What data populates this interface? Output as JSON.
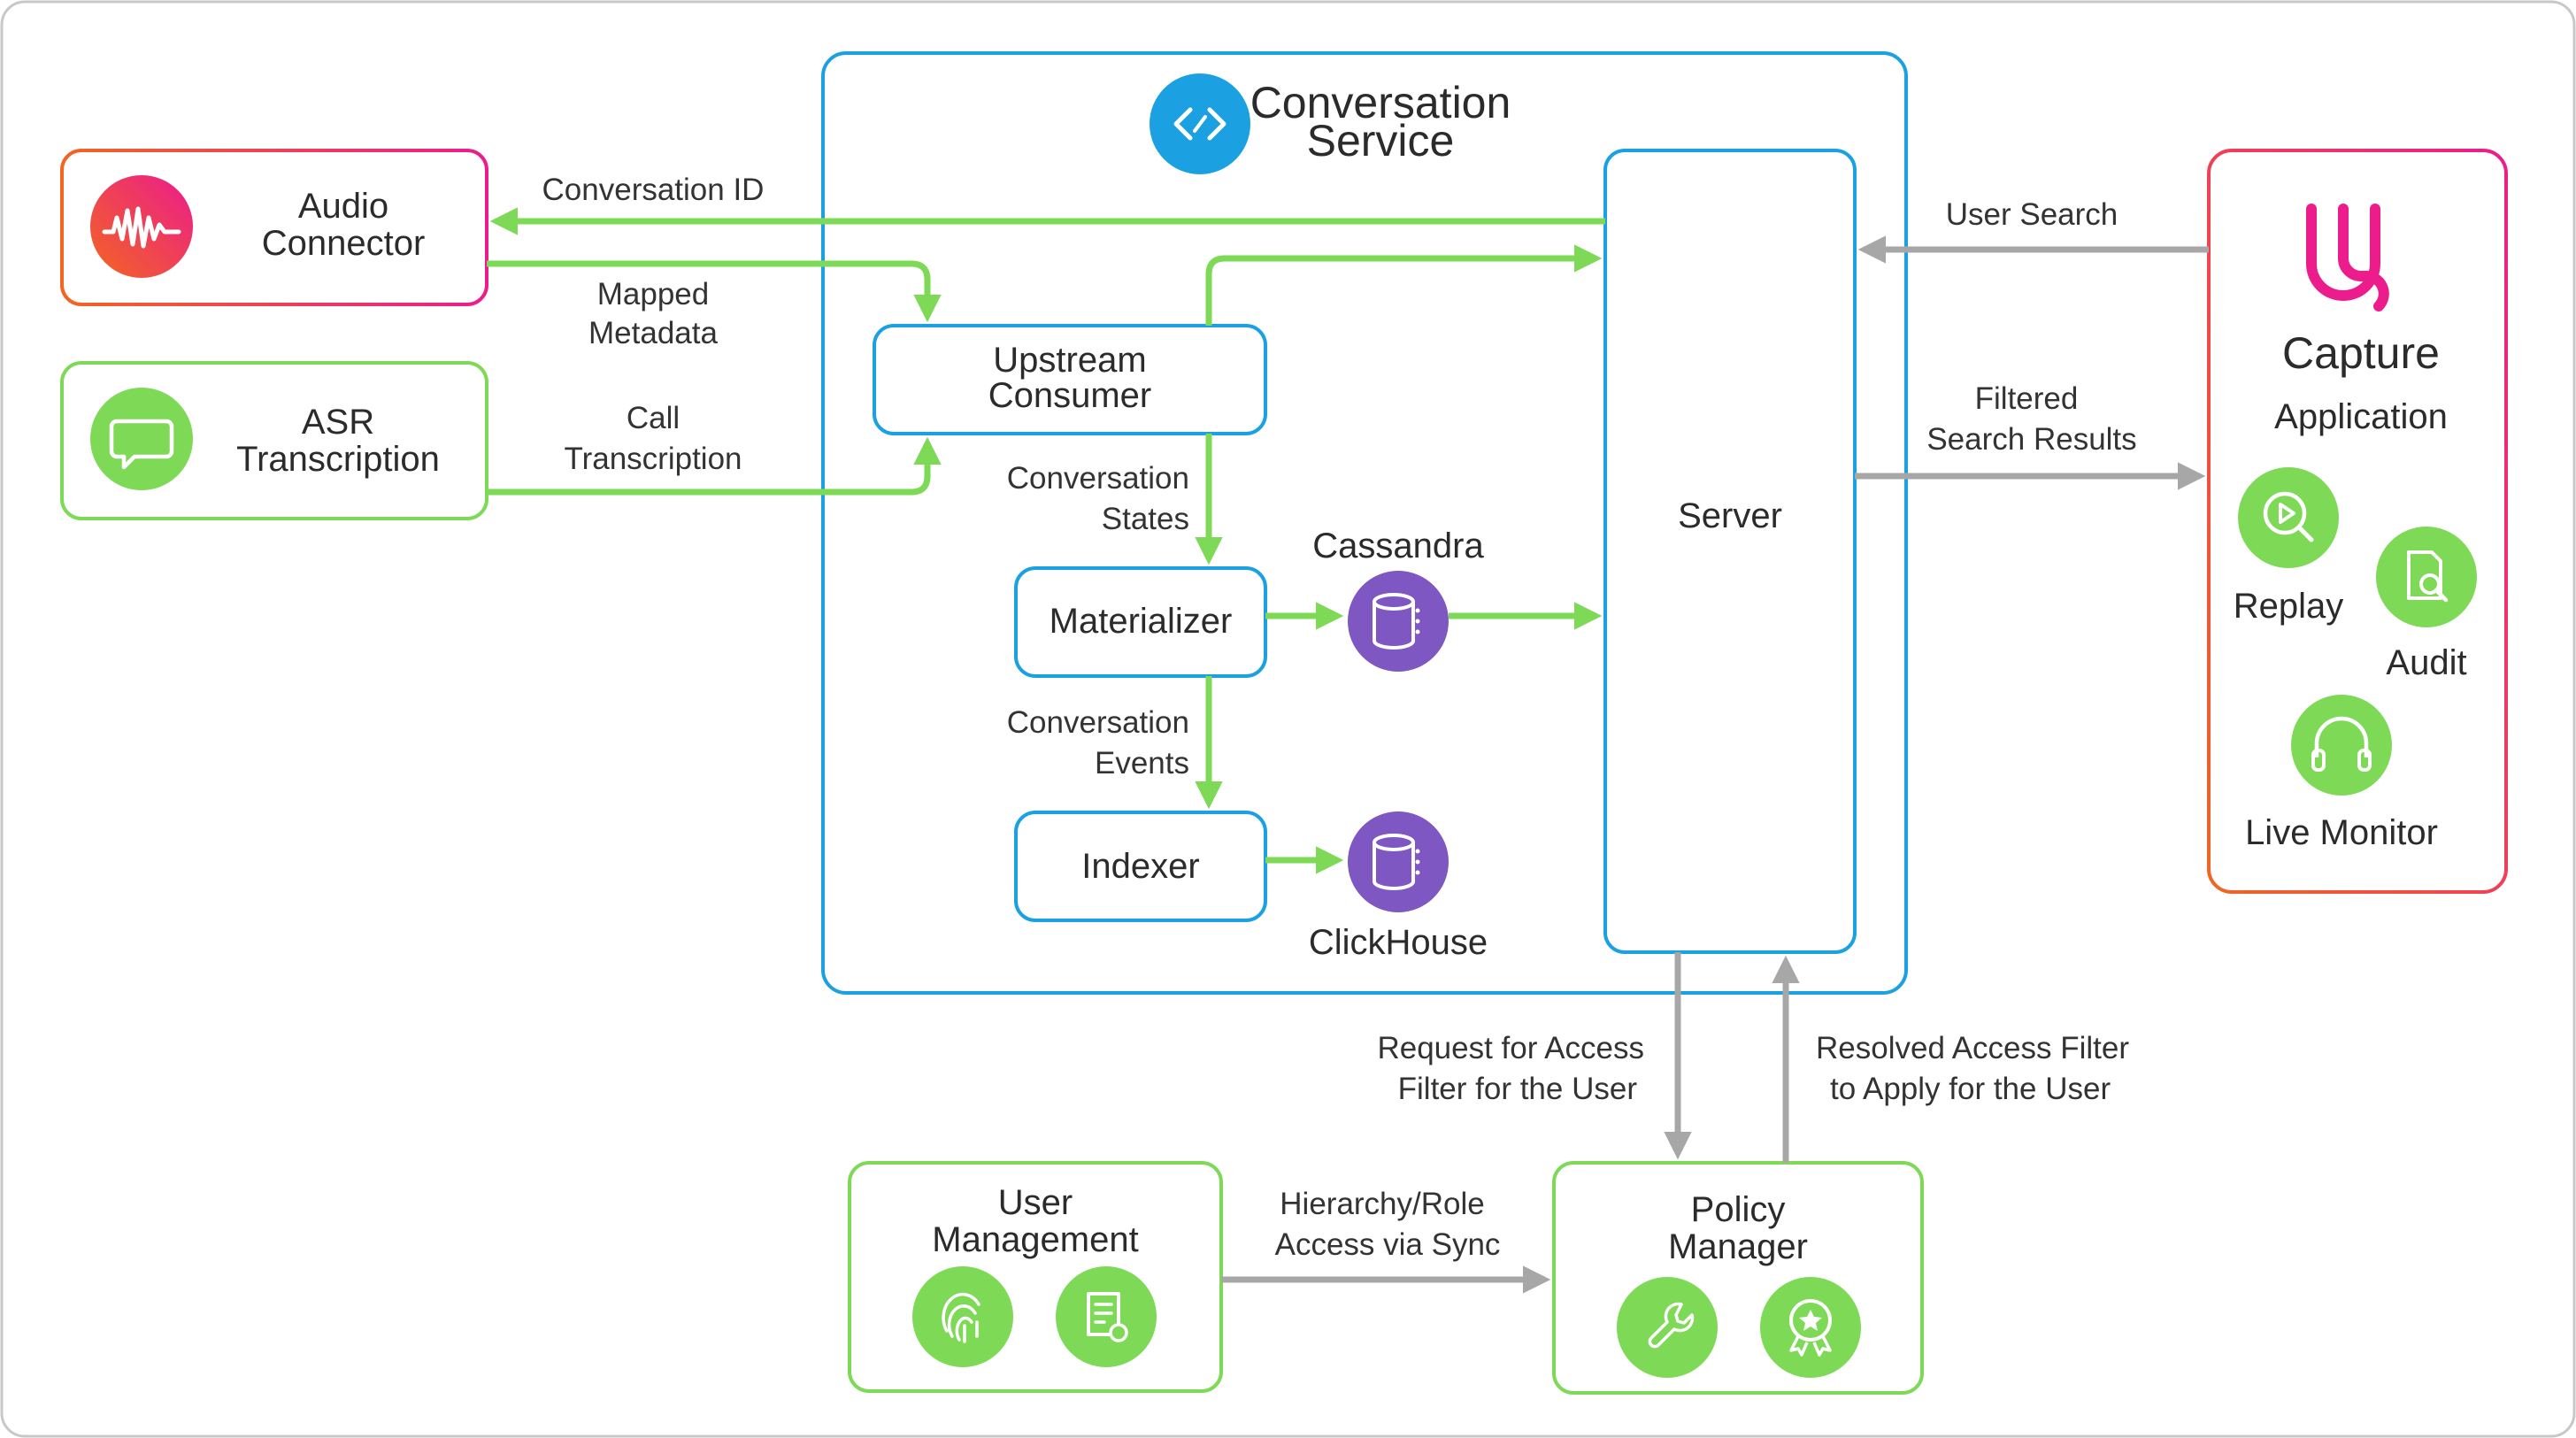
{
  "conversation_service": {
    "line1": "Conversation",
    "line2": "Service"
  },
  "audio_connector": {
    "line1": "Audio",
    "line2": "Connector"
  },
  "asr": {
    "line1": "ASR",
    "line2": "Transcription"
  },
  "upstream_consumer": {
    "line1": "Upstream",
    "line2": "Consumer"
  },
  "materializer": {
    "label": "Materializer"
  },
  "indexer": {
    "label": "Indexer"
  },
  "server": {
    "label": "Server"
  },
  "cassandra": {
    "label": "Cassandra"
  },
  "clickhouse": {
    "label": "ClickHouse"
  },
  "capture": {
    "title": "Capture",
    "subtitle": "Application",
    "replay": "Replay",
    "audit": "Audit",
    "live_monitor": "Live Monitor"
  },
  "user_management": {
    "line1": "User",
    "line2": "Management"
  },
  "policy_manager": {
    "line1": "Policy",
    "line2": "Manager"
  },
  "edges": {
    "conversation_id": "Conversation ID",
    "mapped_metadata_1": "Mapped",
    "mapped_metadata_2": "Metadata",
    "call_transcription_1": "Call",
    "call_transcription_2": "Transcription",
    "conversation_states_1": "Conversation",
    "conversation_states_2": "States",
    "conversation_events_1": "Conversation",
    "conversation_events_2": "Events",
    "user_search": "User Search",
    "filtered_results_1": "Filtered",
    "filtered_results_2": "Search Results",
    "request_access_1": "Request for Access",
    "request_access_2": "Filter for the User",
    "resolved_access_1": "Resolved Access Filter",
    "resolved_access_2": "to Apply for the User",
    "hierarchy_1": "Hierarchy/Role",
    "hierarchy_2": "Access via Sync"
  },
  "colors": {
    "blue": "#1ba1e2",
    "green": "#7ed957",
    "green_fill": "#79d35a",
    "purple": "#7e57c2",
    "pink": "#ec1c8c",
    "orange": "#f26522",
    "gray": "#a7a7a7"
  },
  "icons": {
    "conversation_service": "code-brackets-icon",
    "audio_connector": "waveform-icon",
    "asr": "chat-bubble-icon",
    "cassandra": "database-icon",
    "clickhouse": "database-icon",
    "capture_logo": "capture-u-logo",
    "replay": "play-magnifier-icon",
    "audit": "document-search-icon",
    "live_monitor": "headphones-icon",
    "user_mgmt_1": "fingerprint-icon",
    "user_mgmt_2": "certificate-icon",
    "policy_1": "wrench-icon",
    "policy_2": "badge-icon"
  }
}
